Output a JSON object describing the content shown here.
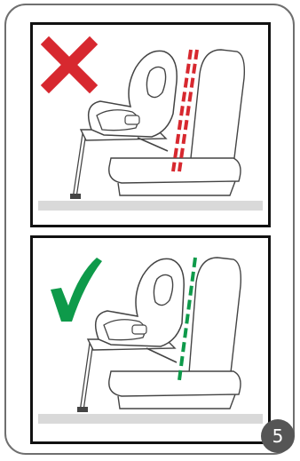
{
  "step": {
    "page_number": "5"
  },
  "panels": {
    "top": {
      "status": "incorrect",
      "status_icon": "red-cross-icon",
      "support_line": "double-dashed"
    },
    "bottom": {
      "status": "correct",
      "status_icon": "green-check-icon",
      "support_line": "single-dashed"
    }
  },
  "colors": {
    "frame": "#6f6f6f",
    "panel_border": "#111111",
    "cross": "#d7282f",
    "check": "#0e9a4a",
    "badge": "#555555",
    "floor": "#d9d9d9",
    "line_art": "#444444"
  }
}
